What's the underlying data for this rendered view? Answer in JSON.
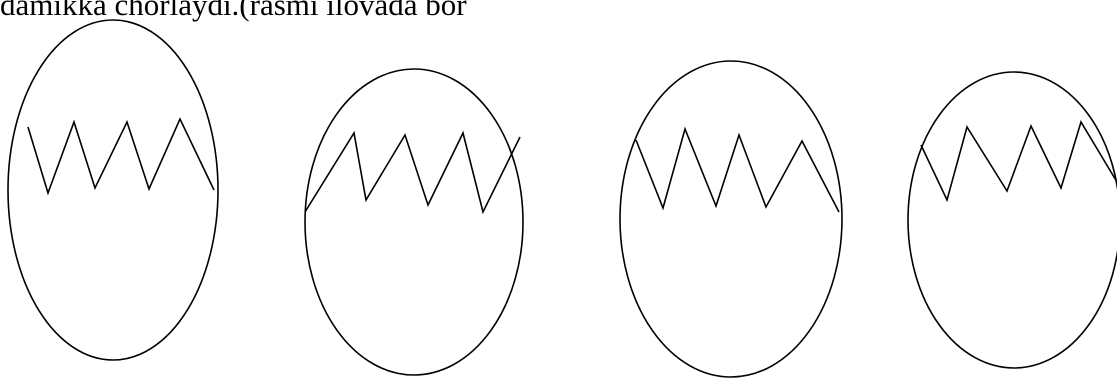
{
  "document": {
    "top_text": "damikka chorlaydi.(rasmi ilovada bor"
  },
  "figures": [
    {
      "description": "egg-with-zigzag-crack"
    },
    {
      "description": "egg-with-zigzag-crack"
    },
    {
      "description": "egg-with-zigzag-crack"
    },
    {
      "description": "egg-with-zigzag-crack"
    }
  ],
  "colors": {
    "ink": "#000000",
    "background": "#ffffff"
  }
}
